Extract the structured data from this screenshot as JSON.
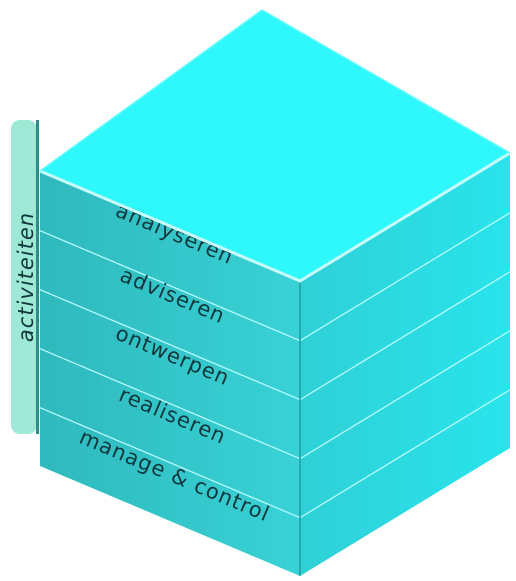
{
  "diagram": {
    "side_label": "activiteiten",
    "layers": [
      {
        "label": "analyseren"
      },
      {
        "label": "adviseren"
      },
      {
        "label": "ontwerpen"
      },
      {
        "label": "realiseren"
      },
      {
        "label": "manage & control"
      }
    ],
    "colors": {
      "top": "#2ff5fb",
      "left": "#35c9cc",
      "right": "#2ad8df",
      "edge": "#b9fbfd",
      "shadow": "#1a8e93",
      "side_bar": "#9ee8d6",
      "side_bar_line": "#2c8f86"
    }
  }
}
